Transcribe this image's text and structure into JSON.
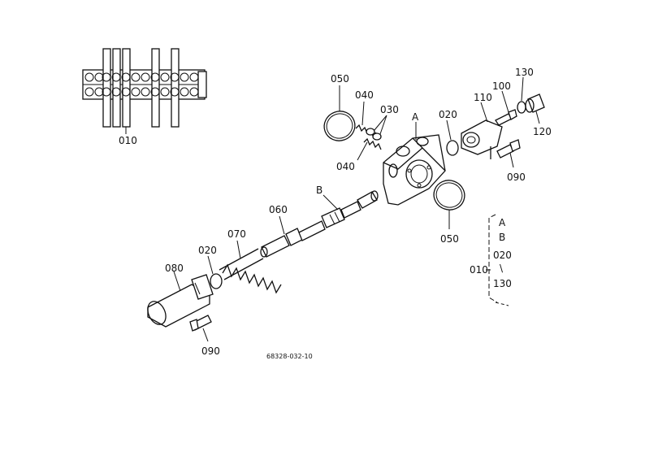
{
  "labels": {
    "l010_top": "010",
    "l050_top": "050",
    "l040_top": "040",
    "l030": "030",
    "lA": "A",
    "l020_right": "020",
    "l110": "110",
    "l100": "100",
    "l130": "130",
    "l120": "120",
    "l090_right": "090",
    "l040_bottom": "040",
    "l050_right": "050",
    "lB": "B",
    "l060": "060",
    "l070": "070",
    "l020_left": "020",
    "l080": "080",
    "l090_bottom": "090",
    "drawing_number": "68328-032-10"
  },
  "legend": {
    "a": "A",
    "b": "B",
    "from": "020",
    "range": "\\",
    "to": "130",
    "assembly": "010"
  }
}
